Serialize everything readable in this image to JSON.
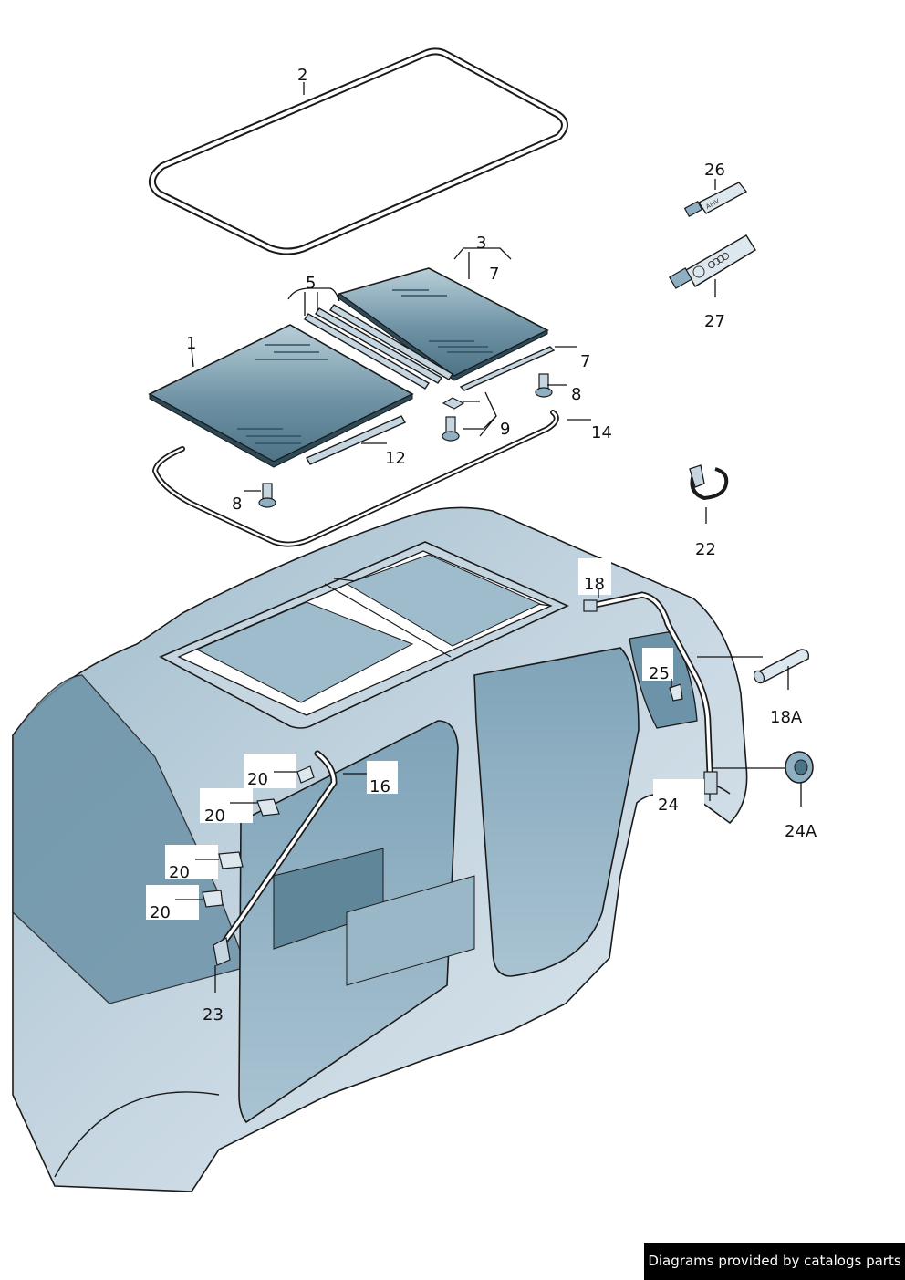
{
  "colors": {
    "body_light": "#dde7ee",
    "body_mid": "#c6d6e1",
    "body_dark": "#8fb0c3",
    "glass_dark": "#4d7386",
    "glass_light": "#b9cfd9",
    "line": "#1a1a1a"
  },
  "callouts": {
    "c1": "1",
    "c2": "2",
    "c3": "3",
    "c5": "5",
    "c7a": "7",
    "c7b": "7",
    "c8a": "8",
    "c8b": "8",
    "c9": "9",
    "c12": "12",
    "c14": "14",
    "c16": "16",
    "c18": "18",
    "c18a": "18A",
    "c20a": "20",
    "c20b": "20",
    "c20c": "20",
    "c20d": "20",
    "c22": "22",
    "c23": "23",
    "c24": "24",
    "c24a": "24A",
    "c25": "25",
    "c26": "26",
    "c27": "27"
  },
  "tube_text": {
    "small": "AMV"
  },
  "icons": [
    "sunroof-seal-icon",
    "glass-panel-icon",
    "screw-icon",
    "hose-clamp-icon",
    "drain-hose-icon",
    "grommet-icon",
    "sealant-tube-icon",
    "car-body-icon"
  ],
  "credit": "Diagrams provided by catalogs parts"
}
